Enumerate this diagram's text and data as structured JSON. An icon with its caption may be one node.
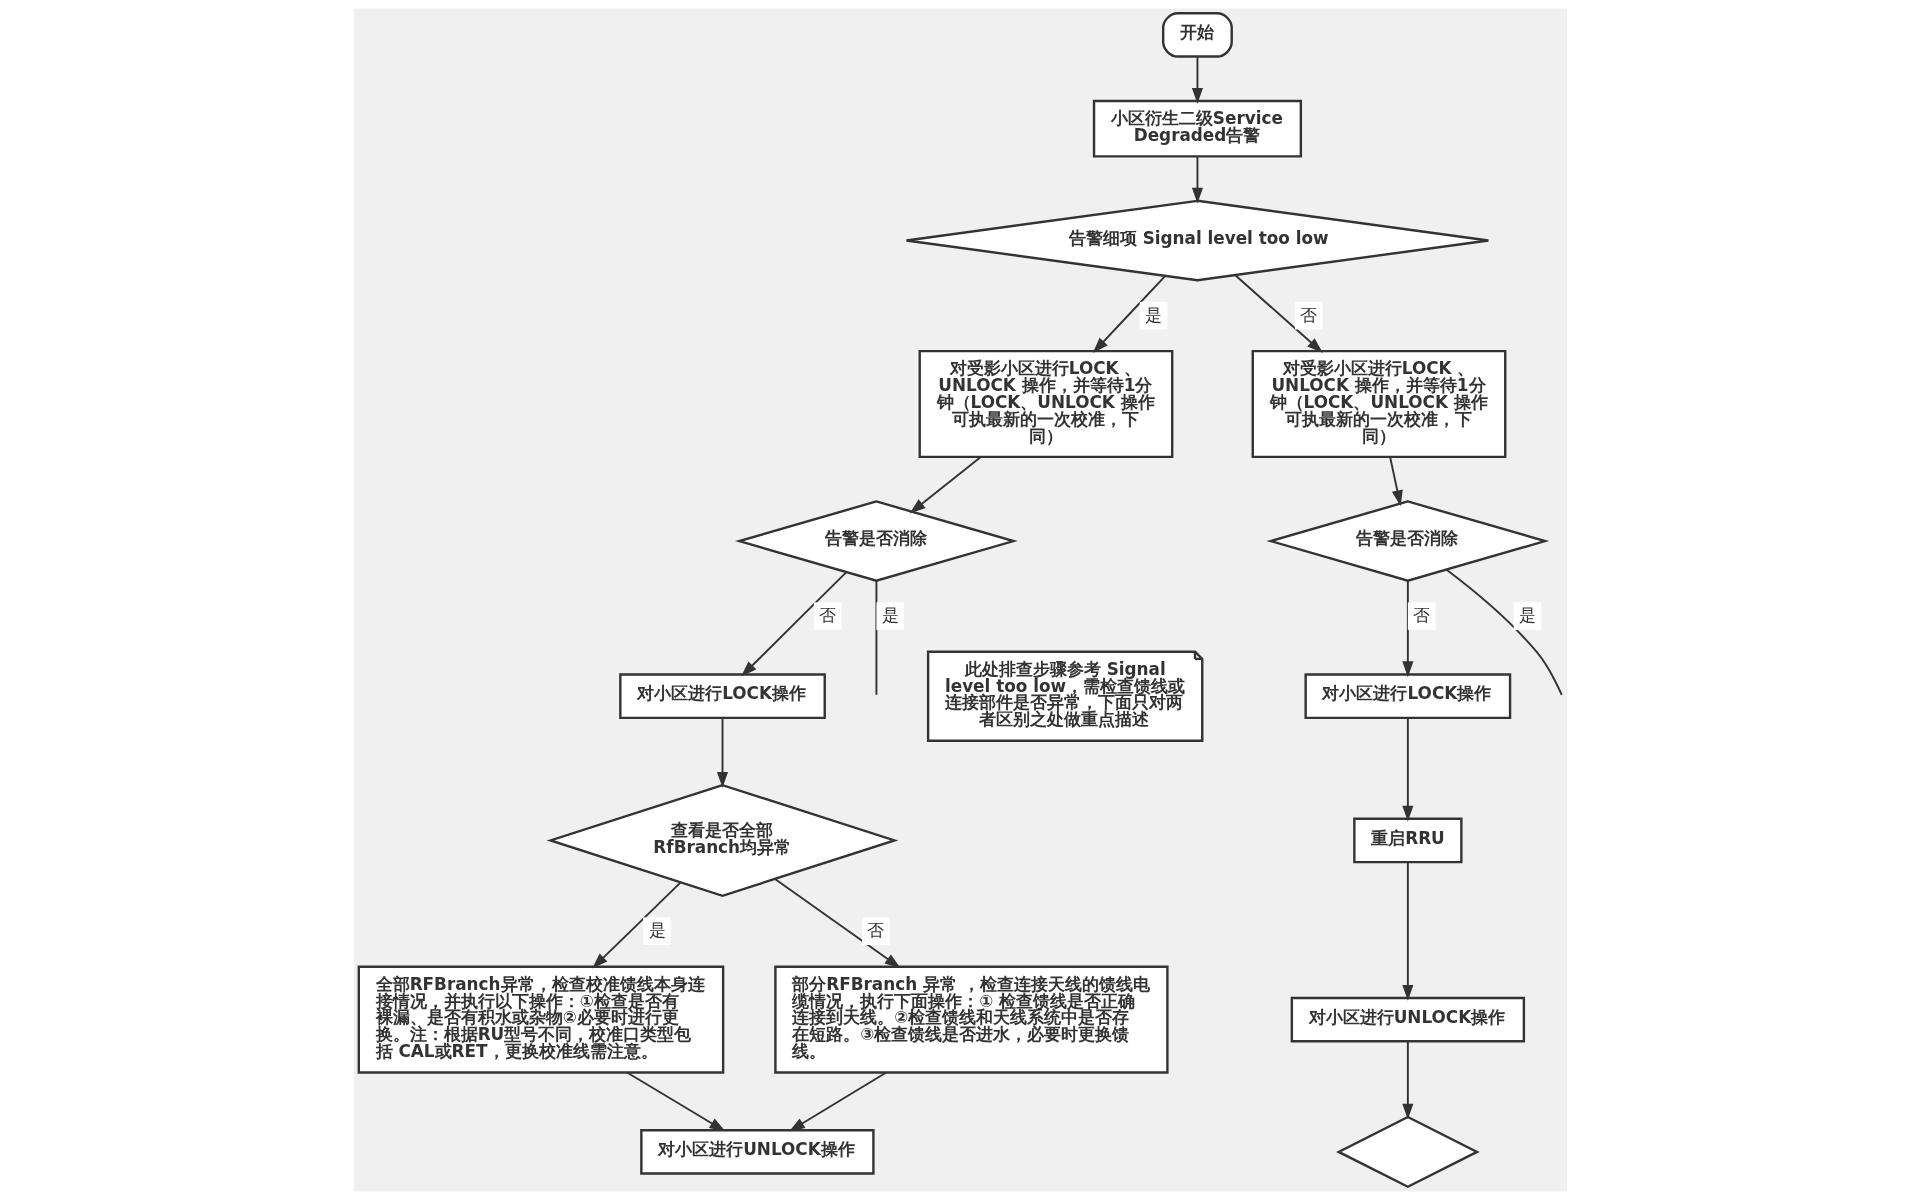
{
  "diagram": {
    "nodes": [
      {
        "text": [
          "开始"
        ]
      },
      {
        "text": [
          "小区衍生二级Service Degraded告警"
        ]
      },
      {
        "text": [
          "告警细项 Signal level too low"
        ]
      },
      {
        "text": [
          "对受影小区进行LOCK 、UNLOCK 操作，并等待1分钟（LOCK、UNLOCK 操作可执最新的一次校准，下同）"
        ]
      },
      {
        "text": [
          "告警是否消除"
        ]
      },
      {
        "text": [
          "对小区进行LOCK操作"
        ]
      },
      {
        "text": [
          "查看是否全部RfBranch均异常"
        ]
      },
      {
        "text": [
          "部分RFBranch 异常 ，检查连接天线的馈线电缆情况，执行下面操作：① 检查馈线是否正确连接到天线。②检查馈线和天线系统中是否存在短路。③检查馈线是否进水，必要时更换馈线。"
        ]
      },
      {
        "text": [
          "全部RFBranch异常，检查校准馈线本身连接情况，并执行以下操作：①检查是否有裸漏、是否有积水或杂物②必要时进行更换。注：根据RU型号不同，校准口类型包括 CAL或RET，更换校准线需注意。"
        ]
      },
      {
        "text": [
          "对小区进行UNLOCK操作"
        ]
      },
      {
        "text": [
          "对受影小区进行LOCK 、UNLOCK 操作，并等待1分钟（LOCK、UNLOCK 操作可执最新的一次校准，下同）"
        ]
      },
      {
        "text": [
          "告警是否消除"
        ]
      },
      {
        "text": [
          "此处排查步骤参考 Signal level too low，需检查馈线或连接部件是否异常，下面只对两者区别之处做重点描述"
        ]
      },
      {
        "text": [
          "对小区进行LOCK操作"
        ]
      },
      {
        "text": [
          "重启RRU"
        ]
      },
      {
        "text": [
          "对小区进行UNLOCK操作"
        ]
      },
      {
        "text": [],
        "shape": "diamond"
      }
    ],
    "edges": [
      {
        "from": 0,
        "to": 1,
        "arrow": "to"
      },
      {
        "from": 1,
        "to": 2,
        "arrow": "to"
      },
      {
        "from": 2,
        "to": 3,
        "arrow": "to",
        "label": "是"
      },
      {
        "from": 2,
        "to": 10,
        "arrow": "to",
        "label": "否"
      },
      {
        "from": 3,
        "to": 4,
        "arrow": "to"
      },
      {
        "from": 4,
        "to": 5,
        "arrow": "to",
        "label": "否"
      },
      {
        "from": 4,
        "to": null,
        "arrow": "none",
        "label": "是"
      },
      {
        "from": 5,
        "to": 6,
        "arrow": "to"
      },
      {
        "from": 6,
        "to": 7,
        "arrow": "to",
        "label": "否"
      },
      {
        "from": 6,
        "to": 8,
        "arrow": "to",
        "label": "是"
      },
      {
        "from": 7,
        "to": 9,
        "arrow": "to"
      },
      {
        "from": 8,
        "to": 9,
        "arrow": "to"
      },
      {
        "from": 10,
        "to": 11,
        "arrow": "to"
      },
      {
        "from": 11,
        "to": 13,
        "arrow": "to",
        "label": "否"
      },
      {
        "from": 11,
        "to": null,
        "arrow": "none",
        "label": "是"
      },
      {
        "from": 13,
        "to": 14,
        "arrow": "to"
      },
      {
        "from": 14,
        "to": 15,
        "arrow": "to"
      },
      {
        "from": 15,
        "to": 16,
        "arrow": "to"
      }
    ]
  }
}
